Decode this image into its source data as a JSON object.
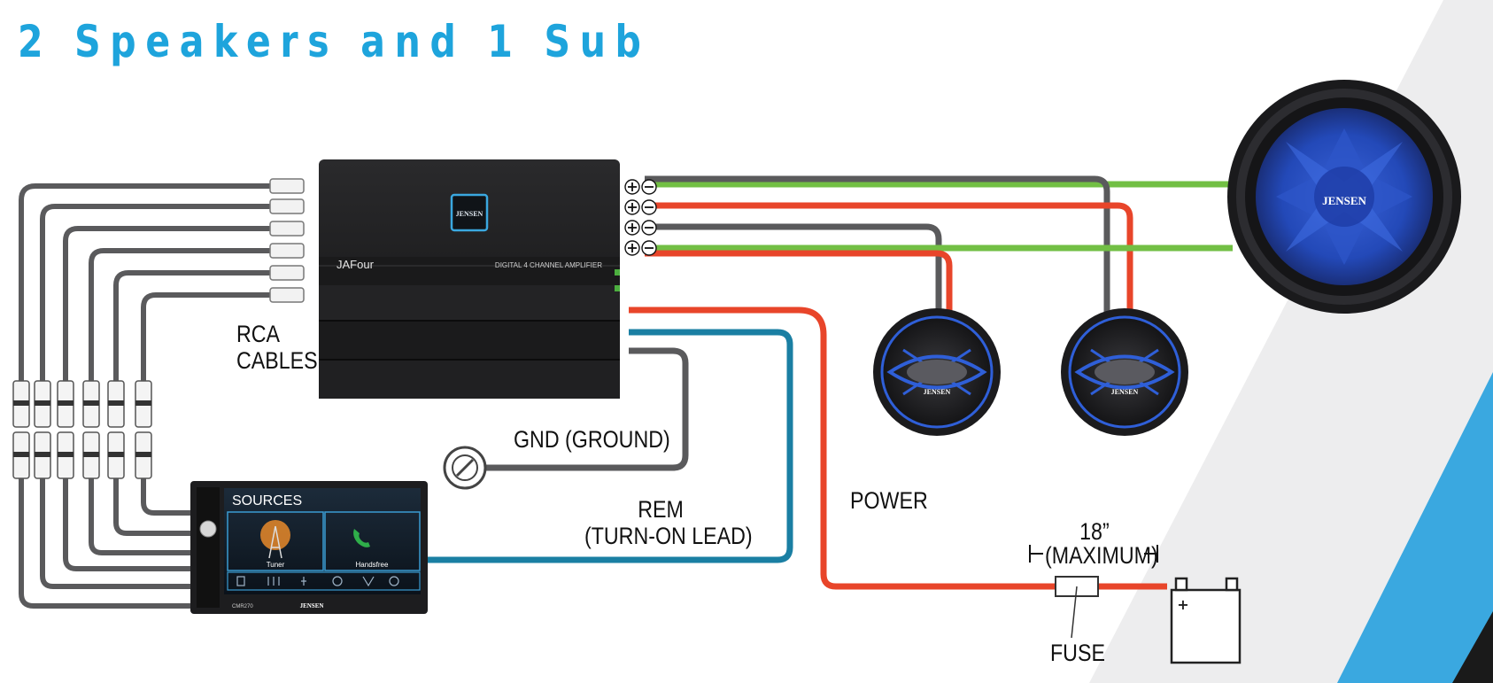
{
  "title": "2 Speakers and 1 Sub",
  "labels": {
    "rca_line1": "RCA",
    "rca_line2": "CABLES",
    "gnd": "GND (GROUND)",
    "rem_line1": "REM",
    "rem_line2": "(TURN-ON LEAD)",
    "power": "POWER",
    "fuse": "FUSE",
    "fuse_distance": "18”",
    "fuse_distance_note": "(MAXIMUM)"
  },
  "amplifier": {
    "brand": "JENSEN",
    "model": "JAFour",
    "description": "DIGITAL 4 CHANNEL AMPLIFIER"
  },
  "head_unit": {
    "screen_title": "SOURCES",
    "source_tiles": [
      "Tuner",
      "Handsfree"
    ],
    "model": "CMR270",
    "brand": "JENSEN"
  },
  "subwoofer": {
    "brand": "JENSEN"
  },
  "speakers": [
    {
      "brand": "JENSEN"
    },
    {
      "brand": "JENSEN"
    }
  ],
  "battery": {
    "terminal": "+"
  },
  "colors": {
    "title": "#1ea4dc",
    "wire_gray": "#5a5a5c",
    "wire_red": "#e8452a",
    "wire_green": "#72bf44",
    "wire_blue": "#1a7fa3",
    "accent_blue": "#3aa8e0"
  }
}
